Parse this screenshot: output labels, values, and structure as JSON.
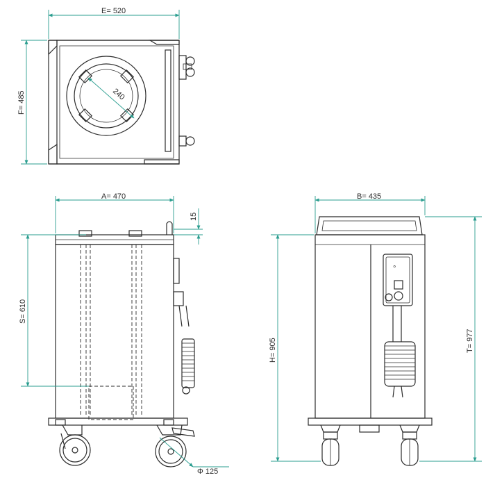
{
  "colors": {
    "line": "#2b2b2b",
    "dimension": "#2a9d8f",
    "background": "#ffffff"
  },
  "top_view": {
    "width_label": "E= 520",
    "depth_label": "F= 485",
    "diameter_label": "240"
  },
  "side_view": {
    "width_label": "A= 470",
    "rail_label": "15",
    "stack_label": "S= 610",
    "wheel_label": "Φ 125"
  },
  "front_view": {
    "width_label": "B= 435",
    "height_label": "H= 905",
    "total_label": "T= 977"
  }
}
